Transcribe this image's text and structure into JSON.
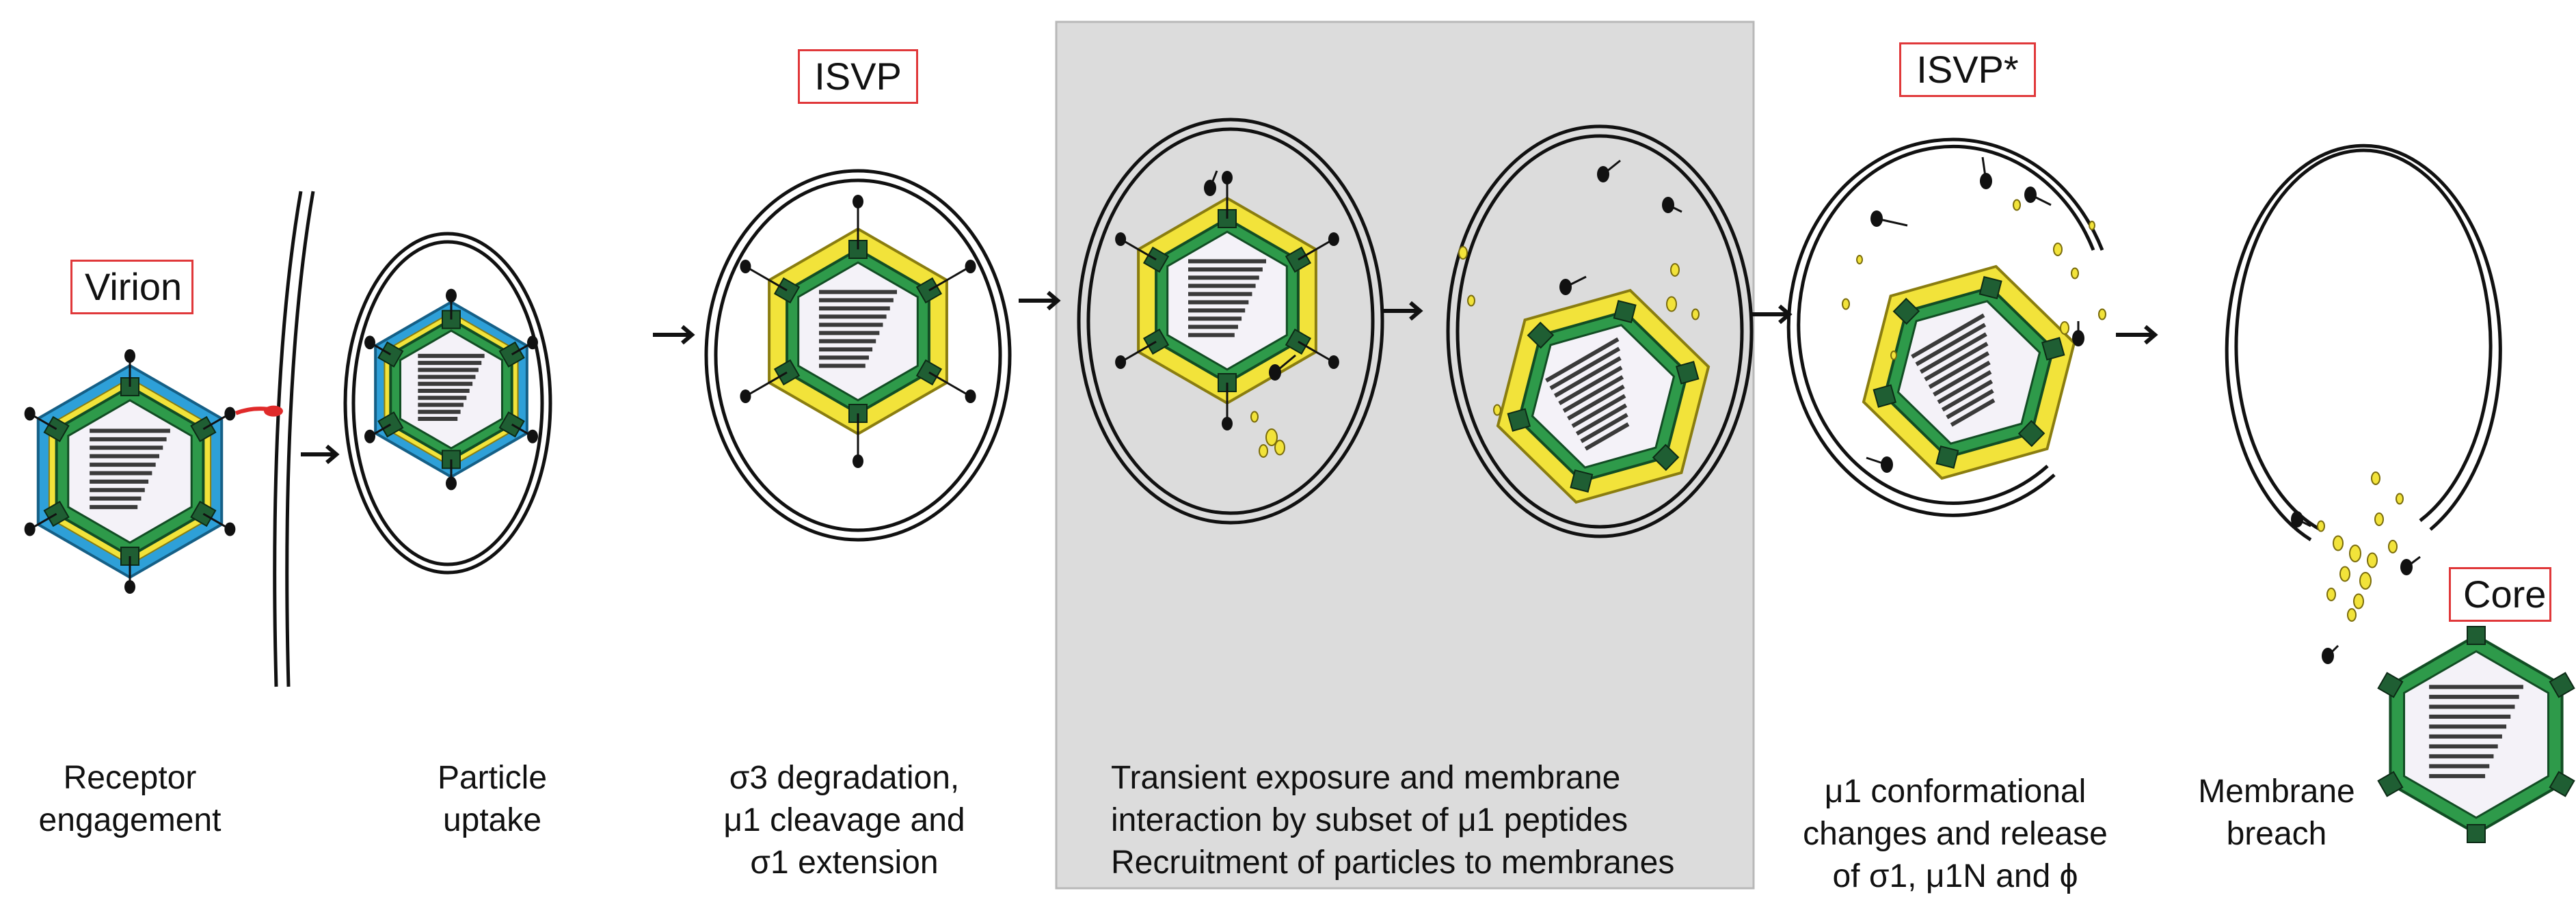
{
  "stages": {
    "virion": "Virion",
    "isvp": "ISVP",
    "isvp_star": "ISVP*",
    "core": "Core"
  },
  "captions": {
    "receptor": "Receptor\nengagement",
    "uptake": "Particle\nuptake",
    "sigma3": "σ3 degradation,\nμ1 cleavage and\nσ1 extension",
    "transient": "Transient exposure and membrane\ninteraction by subset of μ1 peptides\nRecruitment of particles to membranes",
    "mu1": "μ1 conformational\nchanges and release\nof σ1, μ1N and ϕ",
    "breach": "Membrane\nbreach"
  },
  "colors": {
    "capsid_green": "#2e9a4a",
    "core_dark": "#1f5e33",
    "mu1_yellow": "#f2e33a",
    "sigma3_blue": "#2ea0d8",
    "receptor_red": "#e02a2a",
    "highlight_box": "#dcdcdc",
    "label_border": "#e0383a"
  }
}
